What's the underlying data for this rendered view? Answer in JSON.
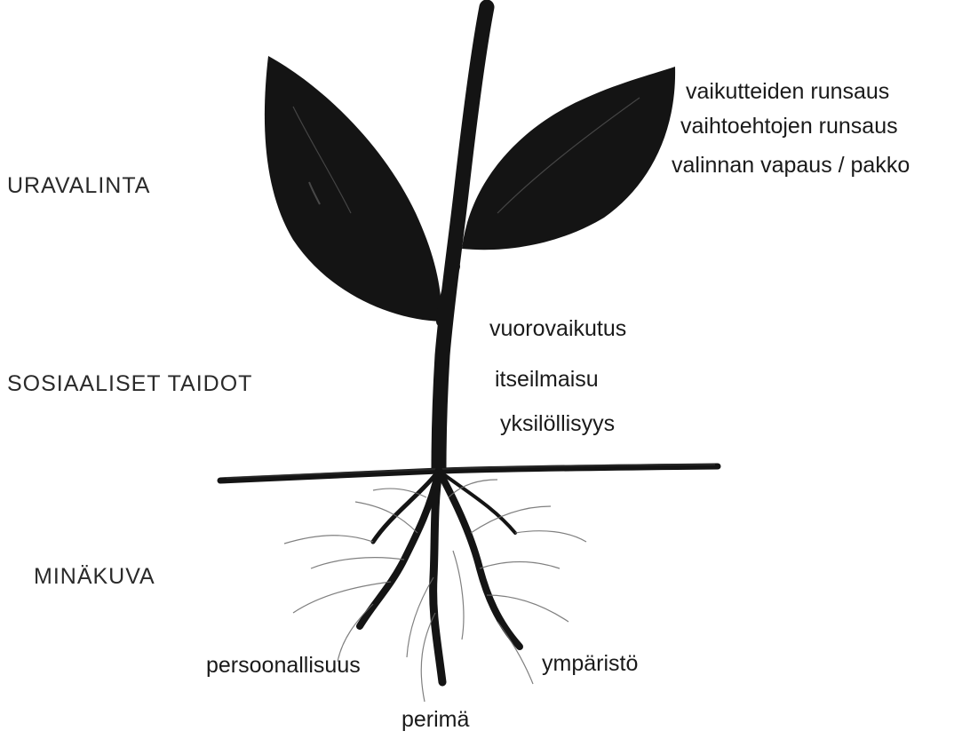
{
  "sections": {
    "career": "URAVALINTA",
    "social": "SOSIAALISET TAIDOT",
    "self": "MINÄKUVA"
  },
  "leaf_labels": [
    "vaikutteiden runsaus",
    "vaihtoehtojen runsaus",
    "valinnan vapaus / pakko"
  ],
  "stem_labels": [
    "vuorovaikutus",
    "itseilmaisu",
    "yksilöllisyys"
  ],
  "root_labels": {
    "personality": "persoonallisuus",
    "heredity": "perimä",
    "environment": "ympäristö"
  },
  "colors": {
    "ink": "#141414",
    "text": "#1a1a1a"
  }
}
